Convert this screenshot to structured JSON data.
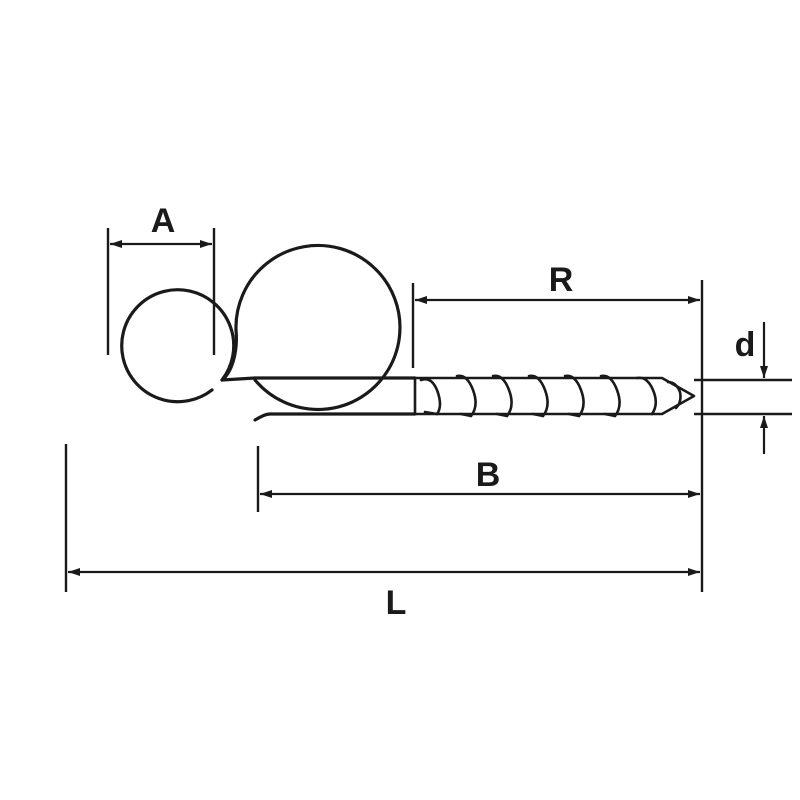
{
  "diagram": {
    "dimensions": [
      {
        "id": "A",
        "label": "A"
      },
      {
        "id": "R",
        "label": "R"
      },
      {
        "id": "d",
        "label": "d"
      },
      {
        "id": "B",
        "label": "B"
      },
      {
        "id": "L",
        "label": "L"
      }
    ],
    "stroke_color": "#1a1a1a",
    "background_color": "#ffffff"
  }
}
